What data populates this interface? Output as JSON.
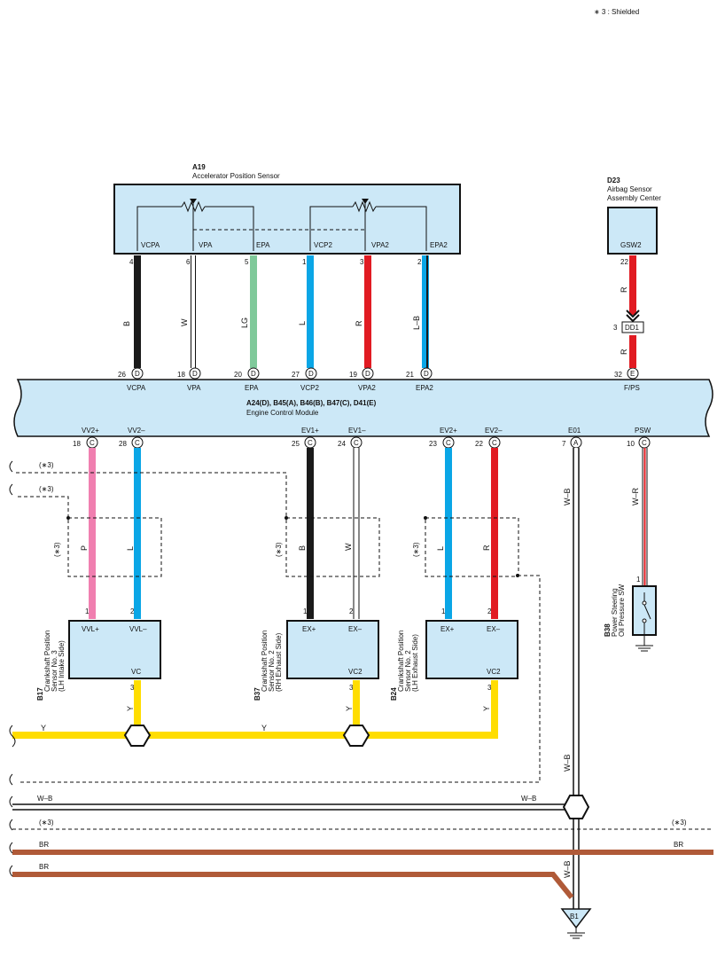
{
  "note": "∗ 3 : Shielded",
  "sensor_a19": {
    "id": "A19",
    "name": "Accelerator Position Sensor",
    "terms": [
      "VCPA",
      "VPA",
      "EPA",
      "VCP2",
      "VPA2",
      "EPA2"
    ]
  },
  "airbag": {
    "id": "D23",
    "name1": "Airbag Sensor",
    "name2": "Assembly Center",
    "term": "GSW2"
  },
  "ecm": {
    "ids": "A24(D), B45(A), B46(B), B47(C), D41(E)",
    "name": "Engine Control Module"
  },
  "top_wires": [
    {
      "pin": "4",
      "color": "B",
      "hex": "#1a1a1a",
      "ecm_pin": "26",
      "conn": "D",
      "ecm_label": "VCPA"
    },
    {
      "pin": "6",
      "color": "W",
      "hex": "#ffffff",
      "ecm_pin": "18",
      "conn": "D",
      "ecm_label": "VPA"
    },
    {
      "pin": "5",
      "color": "LG",
      "hex": "#7fc99a",
      "ecm_pin": "20",
      "conn": "D",
      "ecm_label": "EPA"
    },
    {
      "pin": "1",
      "color": "L",
      "hex": "#0aa6e6",
      "ecm_pin": "27",
      "conn": "D",
      "ecm_label": "VCP2"
    },
    {
      "pin": "3",
      "color": "R",
      "hex": "#e11b22",
      "ecm_pin": "19",
      "conn": "D",
      "ecm_label": "VPA2"
    },
    {
      "pin": "2",
      "color": "L–B",
      "hex": "#0aa6e6",
      "ecm_pin": "21",
      "conn": "D",
      "ecm_label": "EPA2"
    }
  ],
  "fps": {
    "pin_top": "22",
    "color": "R",
    "junction": "DD1",
    "junction_pin": "3",
    "ecm_pin": "32",
    "conn": "E",
    "ecm_label": "F/PS"
  },
  "bottom_terms": [
    {
      "label": "VV2+",
      "pin": "18",
      "conn": "C"
    },
    {
      "label": "VV2–",
      "pin": "28",
      "conn": "C"
    },
    {
      "label": "EV1+",
      "pin": "25",
      "conn": "C"
    },
    {
      "label": "EV1–",
      "pin": "24",
      "conn": "C"
    },
    {
      "label": "EV2+",
      "pin": "23",
      "conn": "C"
    },
    {
      "label": "EV2–",
      "pin": "22",
      "conn": "C"
    },
    {
      "label": "E01",
      "pin": "7",
      "conn": "A"
    },
    {
      "label": "PSW",
      "pin": "10",
      "conn": "C"
    }
  ],
  "bottom_wire_colors": [
    "P",
    "L",
    "B",
    "W",
    "L",
    "R"
  ],
  "wire_colors": {
    "pink": "#f07fb0",
    "blue": "#0aa6e6",
    "black": "#1a1a1a",
    "red": "#e11b22",
    "yellow": "#ffdd00",
    "brown": "#b05a38"
  },
  "shielded_mark": "(∗3)",
  "sensors": [
    {
      "id": "B17",
      "name": [
        "Crankshaft Position",
        "Sensor No. 3",
        "(LH Intake Side)"
      ],
      "plus": "VVL+",
      "minus": "VVL–",
      "out": "VC"
    },
    {
      "id": "B37",
      "name": [
        "Crankshaft Position",
        "Sensor No. 2",
        "(RH Exhaust Side)"
      ],
      "plus": "EX+",
      "minus": "EX–",
      "out": "VC2"
    },
    {
      "id": "B24",
      "name": [
        "Crankshaft Position",
        "Sensor No. 2",
        "(LH Exhaust Side)"
      ],
      "plus": "EX+",
      "minus": "EX–",
      "out": "VC2"
    }
  ],
  "sensor_pins": [
    "1",
    "2",
    "3"
  ],
  "yellow_label": "Y",
  "psw": {
    "id": "B38",
    "name1": "Power Steering",
    "name2": "Oil Pressure SW",
    "color": "W–R",
    "pin": "1"
  },
  "e01_color": "W–B",
  "bus": {
    "wb": "W–B",
    "br": "BR",
    "ground": "B1"
  }
}
